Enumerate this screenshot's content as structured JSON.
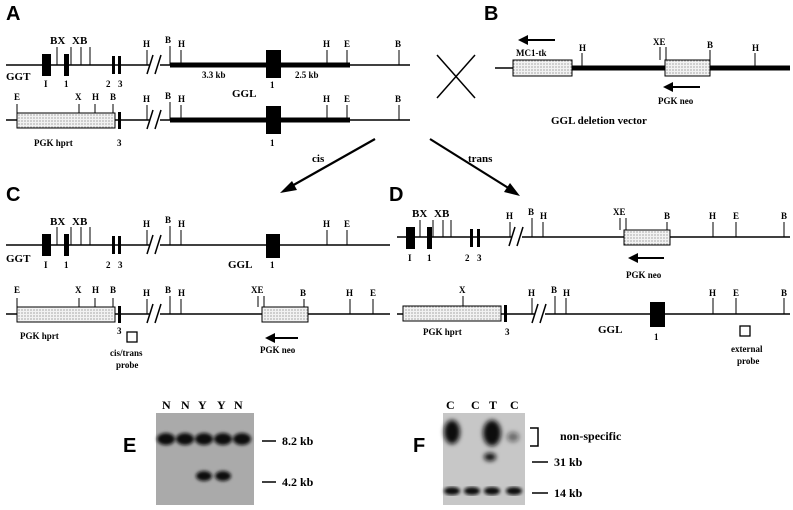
{
  "panels": {
    "A": "A",
    "B": "B",
    "C": "C",
    "D": "D",
    "E": "E",
    "F": "F"
  },
  "loci": {
    "ggt": "GGT",
    "ggl": "GGL"
  },
  "exons": {
    "I": "I",
    "one": "1",
    "two": "2",
    "three": "3"
  },
  "sites": {
    "B": "B",
    "X": "X",
    "H": "H",
    "E": "E",
    "BX": "BX",
    "XB": "XB",
    "XE": "XE"
  },
  "sizes": {
    "kb33": "3.3 kb",
    "kb25": "2.5 kb"
  },
  "cassettes": {
    "pgk_hprt": "PGK hprt",
    "pgk_neo": "PGK neo",
    "mc1_tk": "MC1-tk"
  },
  "vector_title": "GGL deletion vector",
  "cis": "cis",
  "trans": "trans",
  "probes": {
    "cistrans_1": "cis/trans",
    "cistrans_2": "probe",
    "external_1": "external",
    "external_2": "probe"
  },
  "gel_E": {
    "lanes": [
      "N",
      "N",
      "Y",
      "Y",
      "N"
    ],
    "markers": [
      "8.2 kb",
      "4.2 kb"
    ]
  },
  "gel_F": {
    "lanes": [
      "C",
      "C",
      "T",
      "C"
    ],
    "markers": [
      "non-specific",
      "31 kb",
      "14 kb"
    ]
  }
}
